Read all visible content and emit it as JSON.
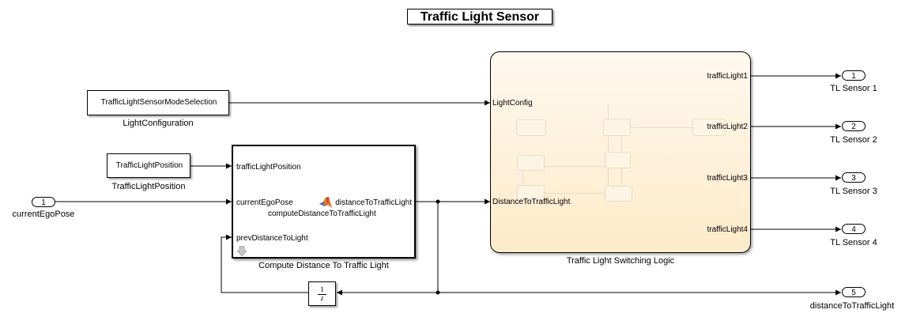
{
  "title": "Traffic Light Sensor",
  "blocks": {
    "mode_selection": {
      "text": "TrafficLightSensorModeSelection",
      "caption": "LightConfiguration"
    },
    "light_position": {
      "text": "TrafficLightPosition",
      "caption": "TrafficLightPosition"
    },
    "compute": {
      "caption": "Compute Distance To Traffic Light",
      "in1": "trafficLightPosition",
      "in2": "currentEgoPose",
      "in3": "prevDistanceToLight",
      "out1": "distanceToTrafficLight",
      "function_name": "computeDistanceToTrafficLight"
    },
    "stateflow": {
      "caption": "Traffic Light Switching Logic",
      "in1": "LightConfig",
      "in2": "DistanceToTrafficLight",
      "out1": "trafficLight1",
      "out2": "trafficLight2",
      "out3": "trafficLight3",
      "out4": "trafficLight4"
    },
    "delay": {
      "numerator": "1",
      "denominator": "z"
    }
  },
  "inports": [
    {
      "number": "1",
      "name": "currentEgoPose"
    }
  ],
  "outports": [
    {
      "number": "1",
      "name": "TL Sensor 1"
    },
    {
      "number": "2",
      "name": "TL Sensor 2"
    },
    {
      "number": "3",
      "name": "TL Sensor 3"
    },
    {
      "number": "4",
      "name": "TL Sensor 4"
    },
    {
      "number": "5",
      "name": "distanceToTrafficLight"
    }
  ],
  "icons": {
    "matlab_function": "matlab-logo-icon",
    "down_arrow": "down-arrow-icon"
  }
}
